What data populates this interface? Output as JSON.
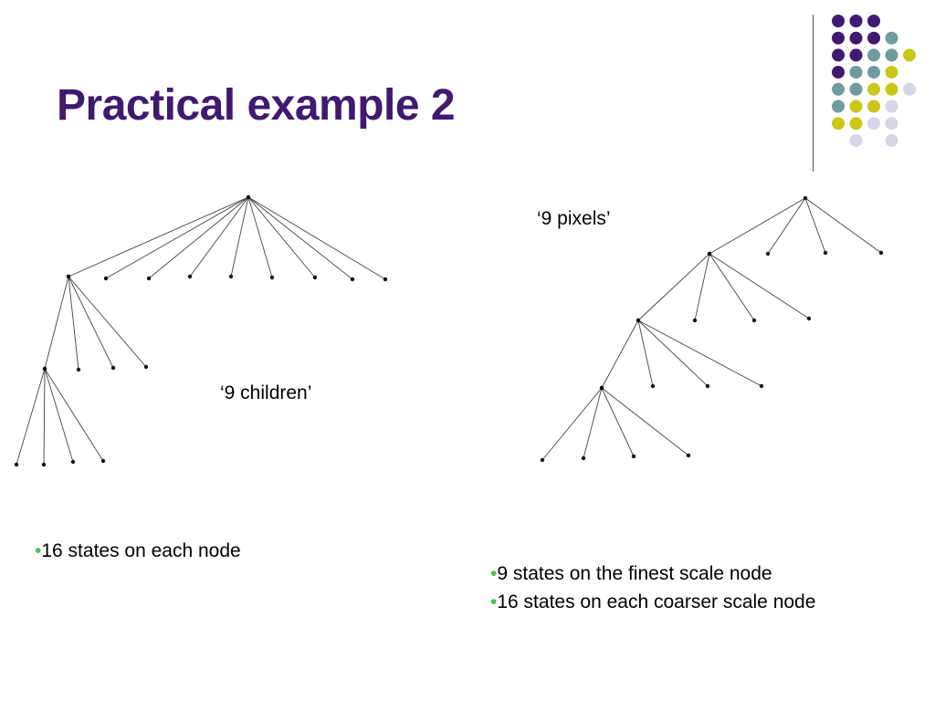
{
  "title": "Practical example 2",
  "colors": {
    "title": "#3f1a6e",
    "bullet": "#4cc24c",
    "purple": "#3f1a6e",
    "teal": "#6f9c9c",
    "olive": "#c9c81a",
    "lavender": "#d6d6e6"
  },
  "labels": {
    "children": "‘9 children’",
    "pixels": "‘9 pixels’"
  },
  "bullet_symbol": "•",
  "left_bullets": [
    "16 states on each node"
  ],
  "right_bullets": [
    "9 states on the finest scale node",
    "16 states on each coarser scale node"
  ]
}
